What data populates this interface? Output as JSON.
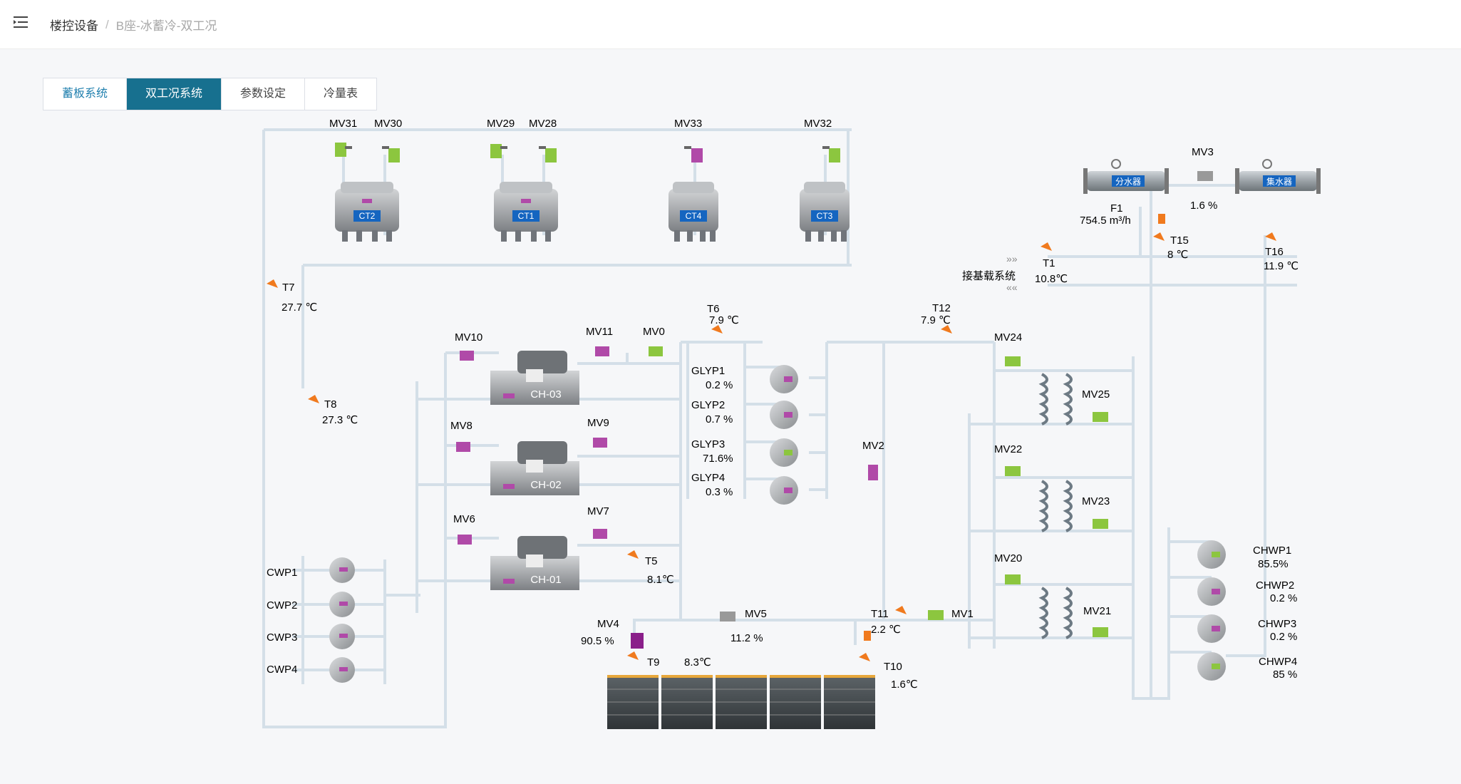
{
  "header": {
    "breadcrumb_root": "楼控设备",
    "breadcrumb_sep": "/",
    "breadcrumb_current": "B座-冰蓄冷-双工况"
  },
  "tabs": [
    {
      "label": "蓄板系统"
    },
    {
      "label": "双工况系统"
    },
    {
      "label": "参数设定"
    },
    {
      "label": "冷量表"
    }
  ],
  "towers": [
    {
      "label": "CT2"
    },
    {
      "label": "CT1"
    },
    {
      "label": "CT4"
    },
    {
      "label": "CT3"
    }
  ],
  "tower_valves": [
    {
      "label": "MV31",
      "color": "#8cc63f"
    },
    {
      "label": "MV30",
      "color": "#8cc63f"
    },
    {
      "label": "MV29",
      "color": "#8cc63f"
    },
    {
      "label": "MV28",
      "color": "#8cc63f"
    },
    {
      "label": "MV33",
      "color": "#b04aa8"
    },
    {
      "label": "MV32",
      "color": "#8cc63f"
    }
  ],
  "chillers": [
    {
      "label": "CH-03"
    },
    {
      "label": "CH-02"
    },
    {
      "label": "CH-01"
    }
  ],
  "chiller_valves": [
    {
      "label": "MV10",
      "color": "#b04aa8"
    },
    {
      "label": "MV11",
      "color": "#b04aa8"
    },
    {
      "label": "MV0",
      "color": "#8cc63f"
    },
    {
      "label": "MV8",
      "color": "#b04aa8"
    },
    {
      "label": "MV9",
      "color": "#b04aa8"
    },
    {
      "label": "MV6",
      "color": "#b04aa8"
    },
    {
      "label": "MV7",
      "color": "#b04aa8"
    }
  ],
  "cw_pumps": [
    {
      "label": "CWP1"
    },
    {
      "label": "CWP2"
    },
    {
      "label": "CWP3"
    },
    {
      "label": "CWP4"
    }
  ],
  "glycol_pumps": [
    {
      "label": "GLYP1",
      "value": "0.2",
      "unit": "%",
      "color": "#b04aa8"
    },
    {
      "label": "GLYP2",
      "value": "0.7",
      "unit": "%",
      "color": "#b04aa8"
    },
    {
      "label": "GLYP3",
      "value": "71.6",
      "unit": "%",
      "color": "#8cc63f"
    },
    {
      "label": "GLYP4",
      "value": "0.3",
      "unit": "%",
      "color": "#b04aa8"
    }
  ],
  "chw_pumps": [
    {
      "label": "CHWP1",
      "value": "85.5",
      "unit": "%",
      "color": "#8cc63f"
    },
    {
      "label": "CHWP2",
      "value": "0.2",
      "unit": "%",
      "color": "#b04aa8"
    },
    {
      "label": "CHWP3",
      "value": "0.2",
      "unit": "%",
      "color": "#b04aa8"
    },
    {
      "label": "CHWP4",
      "value": "85",
      "unit": "%",
      "color": "#8cc63f"
    }
  ],
  "hx_valves": [
    {
      "label": "MV24",
      "color": "#8cc63f"
    },
    {
      "label": "MV25",
      "color": "#8cc63f"
    },
    {
      "label": "MV22",
      "color": "#8cc63f"
    },
    {
      "label": "MV23",
      "color": "#8cc63f"
    },
    {
      "label": "MV20",
      "color": "#8cc63f"
    },
    {
      "label": "MV21",
      "color": "#8cc63f"
    }
  ],
  "misc_valves": {
    "mv2": {
      "label": "MV2",
      "color": "#b04aa8"
    },
    "mv3": {
      "label": "MV3",
      "value": "1.6",
      "unit": "%",
      "color": "#999999"
    },
    "mv4": {
      "label": "MV4",
      "value": "90.5",
      "unit": "%",
      "color": "#8a1e8a"
    },
    "mv5": {
      "label": "MV5",
      "value": "11.2",
      "unit": "%",
      "color": "#999999"
    },
    "mv1": {
      "label": "MV1",
      "color": "#8cc63f"
    }
  },
  "temps": {
    "t7": {
      "label": "T7",
      "value": "27.7",
      "unit": "℃"
    },
    "t8": {
      "label": "T8",
      "value": "27.3",
      "unit": "℃"
    },
    "t6": {
      "label": "T6",
      "value": "7.9",
      "unit": "℃"
    },
    "t12": {
      "label": "T12",
      "value": "7.9",
      "unit": "℃"
    },
    "t5": {
      "label": "T5",
      "value": "8.1",
      "unit": "℃"
    },
    "t9": {
      "label": "T9",
      "value": "8.3",
      "unit": "℃"
    },
    "t10": {
      "label": "T10",
      "value": "1.6",
      "unit": "℃"
    },
    "t11": {
      "label": "T11",
      "value": "2.2",
      "unit": "℃"
    },
    "t1": {
      "label": "T1",
      "value": "10.8",
      "unit": "℃"
    },
    "t15": {
      "label": "T15",
      "value": "8",
      "unit": "℃"
    },
    "t16": {
      "label": "T16",
      "value": "11.9",
      "unit": "℃"
    }
  },
  "flow": {
    "label": "F1",
    "value": "754.5",
    "unit": "m³/h"
  },
  "manifolds": {
    "supply": "分水器",
    "return": "集水器"
  },
  "system_label": "接基载系统",
  "colors": {
    "on": "#8cc63f",
    "off": "#b04aa8",
    "pipe": "#d4dfe8",
    "sensor": "#f07a1e",
    "tab_active": "#17708f",
    "ct_label": "#1565c0"
  }
}
